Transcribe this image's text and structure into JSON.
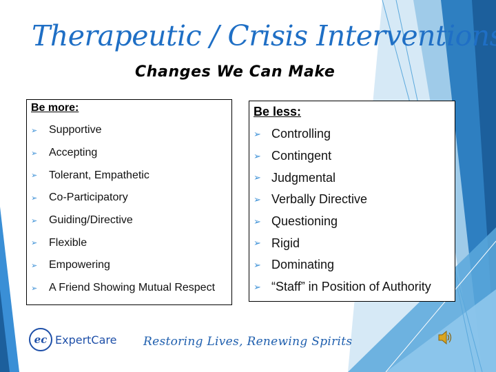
{
  "slide": {
    "title": "Therapeutic / Crisis Interventions",
    "subtitle": "Changes We Can Make",
    "be_more": {
      "heading": "Be more:",
      "items": [
        "Supportive",
        "Accepting",
        "Tolerant, Empathetic",
        "Co-Participatory",
        "Guiding/Directive",
        "Flexible",
        "Empowering",
        "A Friend Showing Mutual Respect"
      ]
    },
    "be_less": {
      "heading": "Be less:",
      "items": [
        "Controlling",
        "Contingent",
        "Judgmental",
        "Verbally Directive",
        "Questioning",
        "Rigid",
        "Dominating",
        "“Staff” in Position of Authority"
      ]
    },
    "logo": {
      "mark": "ec",
      "name": "ExpertCare"
    },
    "tagline": "Restoring Lives, Renewing Spirits",
    "bullet_glyph": "➢",
    "icons": {
      "speaker": "speaker-icon"
    },
    "colors": {
      "title": "#1f6fc5",
      "bullet": "#3a8fd6",
      "accent_blue": "#1e70b8"
    }
  }
}
